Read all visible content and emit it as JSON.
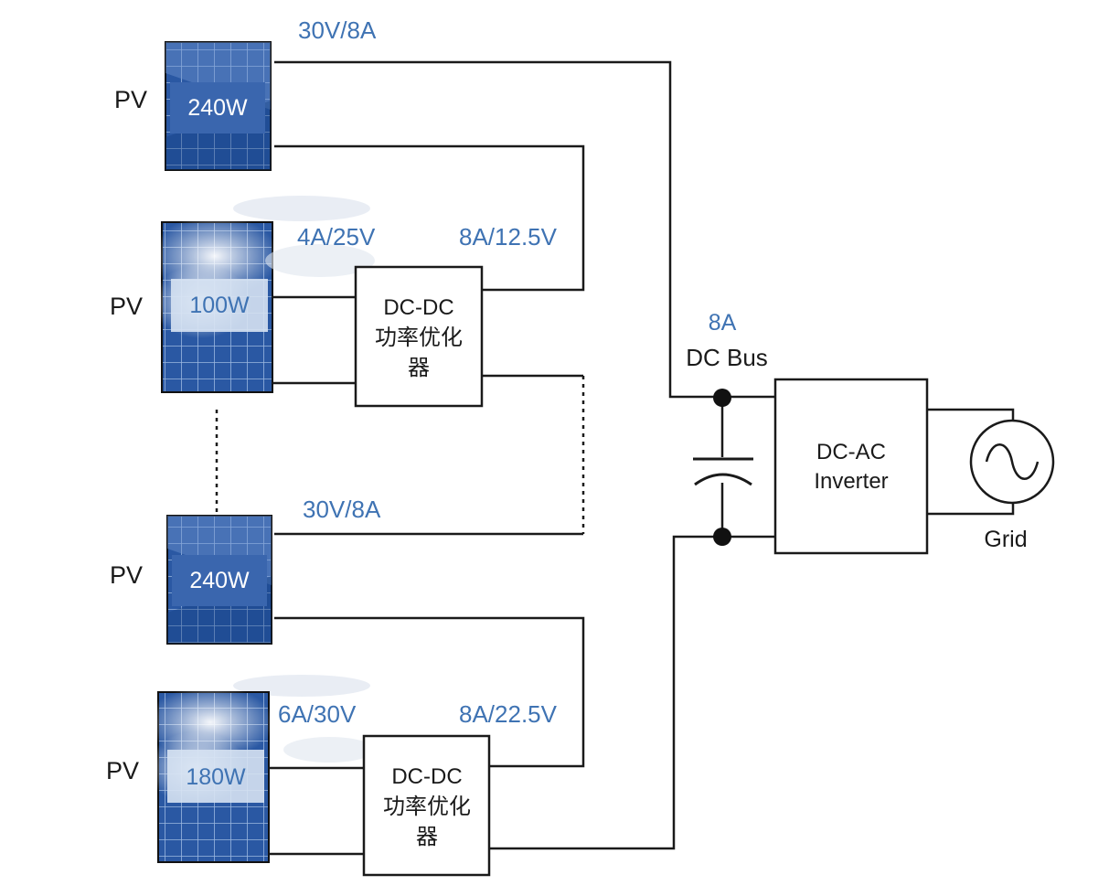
{
  "panels": [
    {
      "label": "PV",
      "power": "240W",
      "shaded": false
    },
    {
      "label": "PV",
      "power": "100W",
      "shaded": true
    },
    {
      "label": "PV",
      "power": "240W",
      "shaded": false
    },
    {
      "label": "PV",
      "power": "180W",
      "shaded": true
    }
  ],
  "wire_labels": {
    "top_string": "30V/8A",
    "opt1_in": "4A/25V",
    "opt1_out": "8A/12.5V",
    "bottom_string": "30V/8A",
    "opt2_in": "6A/30V",
    "opt2_out": "8A/22.5V"
  },
  "optimizer": {
    "line1": "DC-DC",
    "line2": "功率优化",
    "line3": "器"
  },
  "bus": {
    "current": "8A",
    "label": "DC Bus"
  },
  "inverter": {
    "line1": "DC-AC",
    "line2": "Inverter"
  },
  "grid": {
    "label": "Grid"
  },
  "colors": {
    "accent": "#3f73b3",
    "panel_dark": "#1f4f96",
    "panel_light": "#a9c3e6",
    "line": "#1a1a1a"
  }
}
